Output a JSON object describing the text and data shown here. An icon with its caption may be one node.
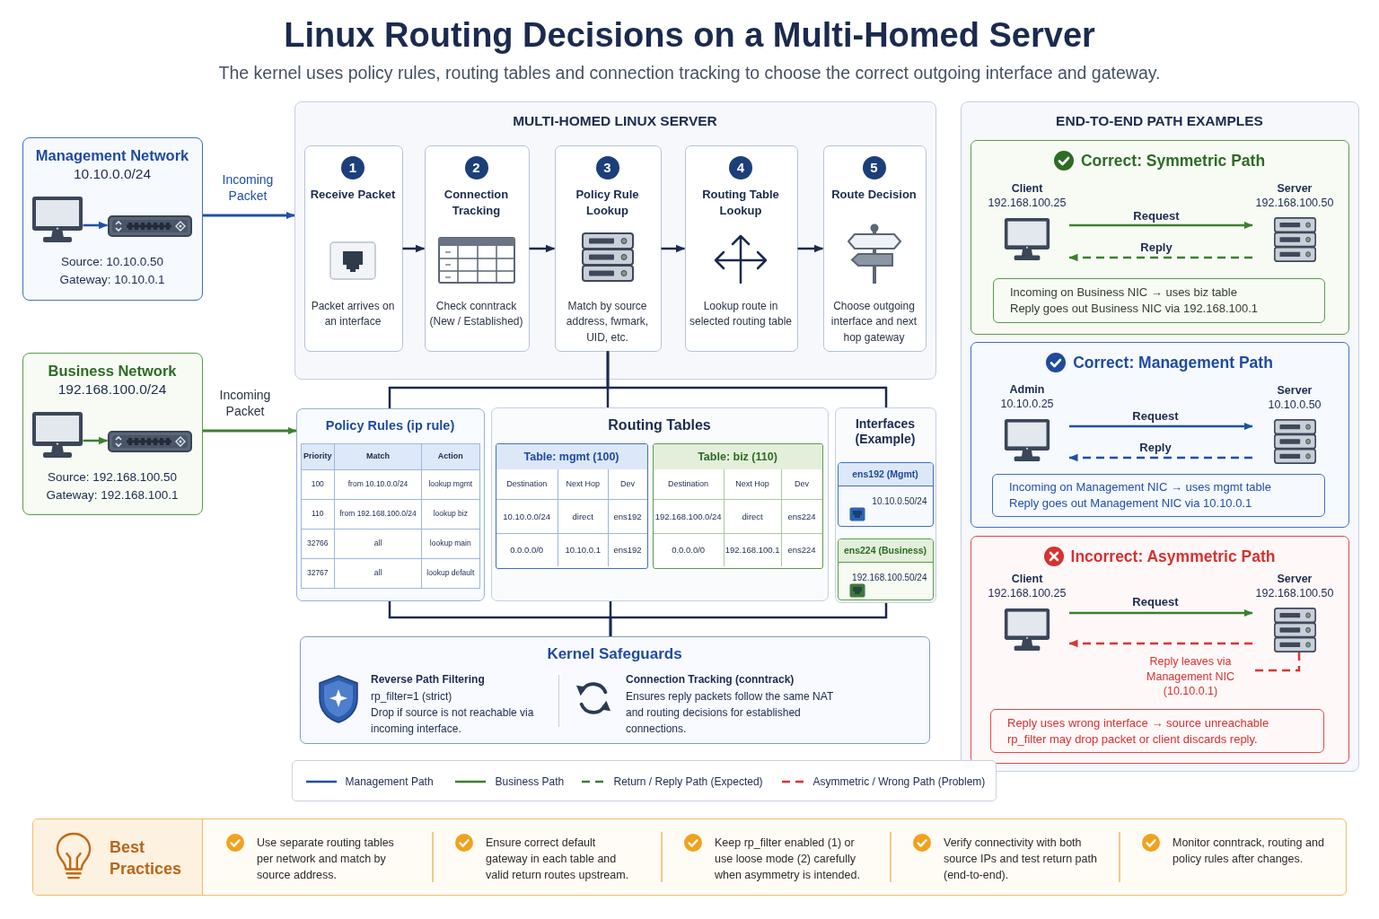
{
  "diagram": {
    "title": "Linux Routing Decisions on a Multi-Homed Server",
    "caption": "The kernel uses policy rules, routing tables and connection tracking to choose the correct outgoing interface and gateway.",
    "nodes": [
      {
        "text": [
          "Management Network",
          "10.10.0.0/24",
          "Source: 10.10.0.50",
          "Gateway: 10.10.0.1"
        ]
      },
      {
        "text": [],
        "shape": "picture",
        "in": 0
      },
      {
        "text": [],
        "shape": "picture",
        "in": 0
      },
      {
        "text": [
          "Business Network",
          "192.168.100.0/24",
          "Source: 192.168.100.50",
          "Gateway: 192.168.100.1"
        ]
      },
      {
        "text": [],
        "shape": "picture",
        "in": 3
      },
      {
        "text": [],
        "shape": "picture",
        "in": 3
      },
      {
        "text": [
          "MULTI-HOMED LINUX SERVER"
        ]
      },
      {
        "text": [
          "1",
          "Receive Packet",
          "Packet arrives on an interface"
        ],
        "in": 6
      },
      {
        "text": [
          "2",
          "Connection Tracking",
          "Check conntrack (New / Established)"
        ],
        "in": 6
      },
      {
        "text": [
          "3",
          "Policy Rule Lookup",
          "Match by source address, fwmark, UID, etc."
        ],
        "in": 6
      },
      {
        "text": [
          "4",
          "Routing Table Lookup",
          "Lookup route in selected routing table"
        ],
        "in": 6
      },
      {
        "text": [
          "5",
          "Route Decision",
          "Choose outgoing interface and next hop gateway"
        ],
        "in": 6
      },
      {
        "text": [
          "Policy Rules (ip rule)"
        ]
      },
      {
        "text": [
          "Routing Tables"
        ]
      },
      {
        "text": [
          "Table: mgmt (100)"
        ],
        "in": 13
      },
      {
        "text": [
          "Table: biz (110)"
        ],
        "in": 13
      },
      {
        "text": [
          "Interfaces (Example)"
        ]
      },
      {
        "text": [
          "ens192 (Mgmt)",
          "10.10.0.50/24"
        ],
        "in": 16
      },
      {
        "text": [
          "ens224 (Business)",
          "192.168.100.50/24"
        ],
        "in": 16
      },
      {
        "text": [
          "Kernel Safeguards",
          "Reverse Path Filtering",
          "rp_filter=1 (strict)",
          "Drop if source is not reachable via incoming interface.",
          "Connection Tracking (conntrack)",
          "Ensures reply packets follow the same NAT and routing decisions for established connections."
        ]
      },
      {
        "text": [
          "END-TO-END PATH EXAMPLES"
        ]
      },
      {
        "text": [
          "Correct: Symmetric Path"
        ],
        "in": 20
      },
      {
        "text": [
          "Client",
          "192.168.100.25"
        ],
        "in": 21
      },
      {
        "text": [
          "Server",
          "192.168.100.50"
        ],
        "in": 21
      },
      {
        "text": [
          "Incoming on Business NIC → uses biz table",
          "Reply goes out Business NIC via 192.168.100.1"
        ],
        "in": 21
      },
      {
        "text": [
          "Correct: Management Path"
        ],
        "in": 20
      },
      {
        "text": [
          "Admin",
          "10.10.0.25"
        ],
        "in": 25
      },
      {
        "text": [
          "Server",
          "10.10.0.50"
        ],
        "in": 25
      },
      {
        "text": [
          "Incoming on Management NIC → uses mgmt table",
          "Reply goes out Management NIC via 10.10.0.1"
        ],
        "in": 25
      },
      {
        "text": [
          "Incorrect: Asymmetric Path"
        ],
        "in": 20
      },
      {
        "text": [
          "Client",
          "192.168.100.25"
        ],
        "in": 29
      },
      {
        "text": [
          "Server",
          "192.168.100.50"
        ],
        "in": 29
      },
      {
        "text": [
          "Reply uses wrong interface → source unreachable",
          "rp_filter may drop packet or client discards reply."
        ],
        "in": 29
      },
      {
        "text": [
          "Best Practices",
          "Use separate routing tables per network and match by source address.",
          "Ensure correct default gateway in each table and valid return routes upstream.",
          "Keep rp_filter enabled (1) or use loose mode (2) carefully when asymmetry is intended.",
          "Verify connectivity with both source IPs and test return path (end-to-end).",
          "Monitor conntrack, routing and policy rules after changes."
        ]
      }
    ],
    "edges": [
      {
        "from": 1,
        "to": 2,
        "arrow": "to",
        "color": "#1f4fa8"
      },
      {
        "from": 4,
        "to": 5,
        "arrow": "to",
        "color": "#3d7f2f"
      },
      {
        "from": 0,
        "to": 6,
        "arrow": "to",
        "label": "Incoming Packet",
        "color": "#1f4fa8"
      },
      {
        "from": 3,
        "to": 12,
        "arrow": "to",
        "label": "Incoming Packet",
        "color": "#3d7f2f"
      },
      {
        "from": 7,
        "to": 8,
        "arrow": "to"
      },
      {
        "from": 8,
        "to": 9,
        "arrow": "to"
      },
      {
        "from": 9,
        "to": 10,
        "arrow": "to"
      },
      {
        "from": 10,
        "to": 11,
        "arrow": "to"
      },
      {
        "from": 9,
        "to": 12,
        "arrow": "none"
      },
      {
        "from": 9,
        "to": 13,
        "arrow": "none"
      },
      {
        "from": 9,
        "to": 16,
        "arrow": "none"
      },
      {
        "from": 12,
        "to": 19,
        "arrow": "none"
      },
      {
        "from": 13,
        "to": 19,
        "arrow": "none"
      },
      {
        "from": 16,
        "to": 19,
        "arrow": "none"
      },
      {
        "from": 22,
        "to": 23,
        "arrow": "to",
        "label": "Request",
        "color": "#3d7f2f"
      },
      {
        "from": 23,
        "to": 22,
        "arrow": "to",
        "label": "Reply",
        "style": "dashed",
        "color": "#3d7f2f"
      },
      {
        "from": 26,
        "to": 27,
        "arrow": "to",
        "label": "Request",
        "color": "#1f4fa8"
      },
      {
        "from": 27,
        "to": 26,
        "arrow": "to",
        "label": "Reply",
        "style": "dashed",
        "color": "#1f4fa8"
      },
      {
        "from": 30,
        "to": 31,
        "arrow": "to",
        "label": "Request",
        "color": "#3d7f2f"
      },
      {
        "from": 31,
        "to": 30,
        "arrow": "to",
        "style": "dashed",
        "color": "#e03131"
      },
      {
        "from": 31,
        "to": null,
        "arrow": "none",
        "label": "Reply leaves via Management NIC (10.10.0.1)",
        "style": "dashed",
        "color": "#e03131"
      }
    ],
    "labels": [
      "Priority",
      "Match",
      "Action",
      "100",
      "from 10.10.0.0/24",
      "lookup mgmt",
      "110",
      "from 192.168.100.0/24",
      "lookup biz",
      "32766",
      "all",
      "lookup main",
      "32767",
      "all",
      "lookup default",
      "Destination",
      "Next Hop",
      "Dev",
      "10.10.0.0/24",
      "direct",
      "ens192",
      "0.0.0.0/0",
      "10.10.0.1",
      "ens192",
      "Destination",
      "Next Hop",
      "Dev",
      "192.168.100.0/24",
      "direct",
      "ens224",
      "0.0.0.0/0",
      "192.168.100.1",
      "ens224"
    ],
    "legend": [
      {
        "text": "Management Path"
      },
      {
        "text": "Business Path"
      },
      {
        "text": "Return / Reply Path (Expected)"
      },
      {
        "text": "Asymmetric / Wrong Path (Problem)"
      }
    ]
  }
}
